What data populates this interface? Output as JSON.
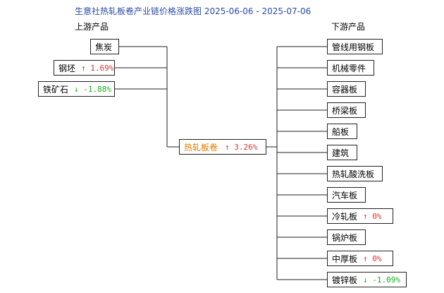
{
  "title": "生意社热轧板卷产业链价格涨跌图 2025-06-06 - 2025-07-06",
  "upstream_label": "上游产品",
  "downstream_label": "下游产品",
  "center": {
    "name": "热轧板卷",
    "arrow": "↑",
    "change": "3.26%"
  },
  "upstream": [
    {
      "name": "焦炭",
      "arrow": "",
      "change": ""
    },
    {
      "name": "钢坯",
      "arrow": "↑",
      "change": "1.69%"
    },
    {
      "name": "铁矿石",
      "arrow": "↓",
      "change": "-1.88%"
    }
  ],
  "downstream": [
    {
      "name": "管线用钢板",
      "arrow": "",
      "change": ""
    },
    {
      "name": "机械零件",
      "arrow": "",
      "change": ""
    },
    {
      "name": "容器板",
      "arrow": "",
      "change": ""
    },
    {
      "name": "桥梁板",
      "arrow": "",
      "change": ""
    },
    {
      "name": "船板",
      "arrow": "",
      "change": ""
    },
    {
      "name": "建筑",
      "arrow": "",
      "change": ""
    },
    {
      "name": "热轧酸洗板",
      "arrow": "",
      "change": ""
    },
    {
      "name": "汽车板",
      "arrow": "",
      "change": ""
    },
    {
      "name": "冷轧板",
      "arrow": "↑",
      "change": "0%"
    },
    {
      "name": "锅炉板",
      "arrow": "",
      "change": ""
    },
    {
      "name": "中厚板",
      "arrow": "↑",
      "change": "0%"
    },
    {
      "name": "镀锌板",
      "arrow": "↓",
      "change": "-1.09%"
    }
  ],
  "colors": {
    "up": "#e23030",
    "down": "#1bb01b",
    "center": "#e07a00",
    "title": "#2a4aa8"
  }
}
